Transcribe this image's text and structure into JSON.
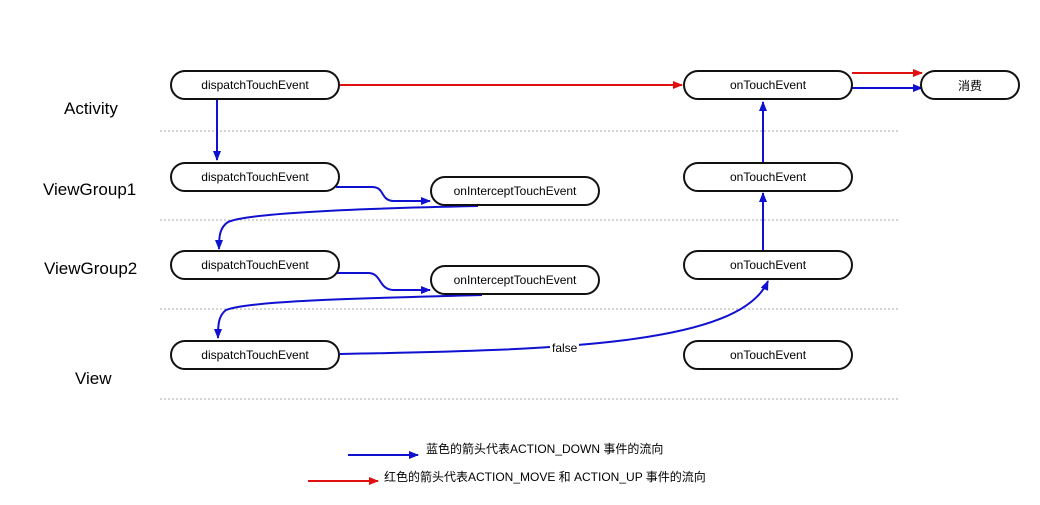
{
  "layers": [
    "Activity",
    "ViewGroup1",
    "ViewGroup2",
    "View"
  ],
  "nodes": {
    "activity_dispatch": "dispatchTouchEvent",
    "activity_ontouch": "onTouchEvent",
    "consume": "消费",
    "vg1_dispatch": "dispatchTouchEvent",
    "vg1_intercept": "onInterceptTouchEvent",
    "vg1_ontouch": "onTouchEvent",
    "vg2_dispatch": "dispatchTouchEvent",
    "vg2_intercept": "onInterceptTouchEvent",
    "vg2_ontouch": "onTouchEvent",
    "view_dispatch": "dispatchTouchEvent",
    "view_ontouch": "onTouchEvent"
  },
  "edge_label": "false",
  "legend": {
    "blue": "蓝色的箭头代表ACTION_DOWN 事件的流向",
    "red": "红色的箭头代表ACTION_MOVE 和 ACTION_UP 事件的流向"
  },
  "colors": {
    "blue": "#1010d0",
    "red": "#e01010",
    "separator": "#aaaaaa"
  }
}
